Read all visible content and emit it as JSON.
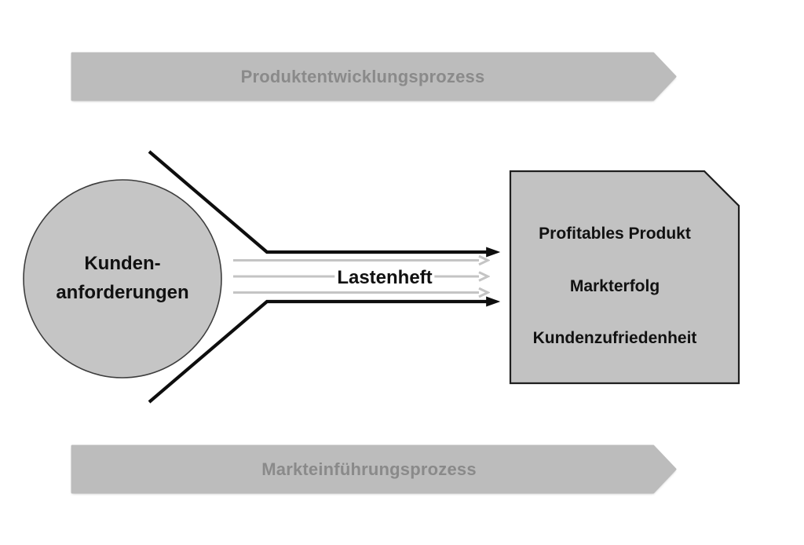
{
  "colors": {
    "banner_fill": "#bcbcbc",
    "banner_text": "#8a8a8a",
    "circle_fill": "#c5c5c5",
    "circle_stroke": "#3d3d3d",
    "box_fill": "#c2c2c2",
    "box_stroke": "#1f1f1f",
    "black_line": "#0e0e0e",
    "gray_arrow": "#c4c4c4",
    "text_black": "#111111"
  },
  "top_banner": {
    "label": "Produktentwicklungsprozess"
  },
  "bottom_banner": {
    "label": "Markteinführungsprozess"
  },
  "customer_circle": {
    "line1": "Kunden-",
    "line2": "anforderungen"
  },
  "flow": {
    "label": "Lastenheft"
  },
  "result_box": {
    "lines": [
      "Profitables Produkt",
      "Markterfolg",
      "Kundenzufriedenheit"
    ]
  }
}
